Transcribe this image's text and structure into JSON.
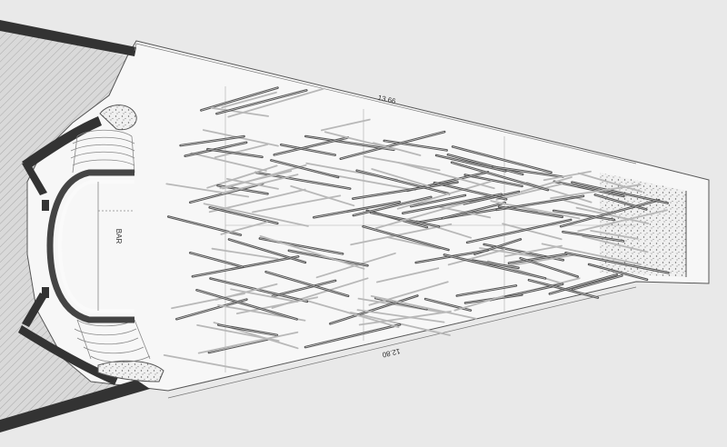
{
  "plan": {
    "dimension_top": "13.66",
    "dimension_bottom": "12.80",
    "bar_label": "BAR"
  },
  "colors": {
    "background": "#e9e9e9",
    "floor": "#f7f7f7",
    "wall": "#3a3a3a",
    "hatch": "#9a9a9a",
    "stick_dark": "#555555",
    "stick_light": "#b8b8b8",
    "line": "#777777"
  }
}
